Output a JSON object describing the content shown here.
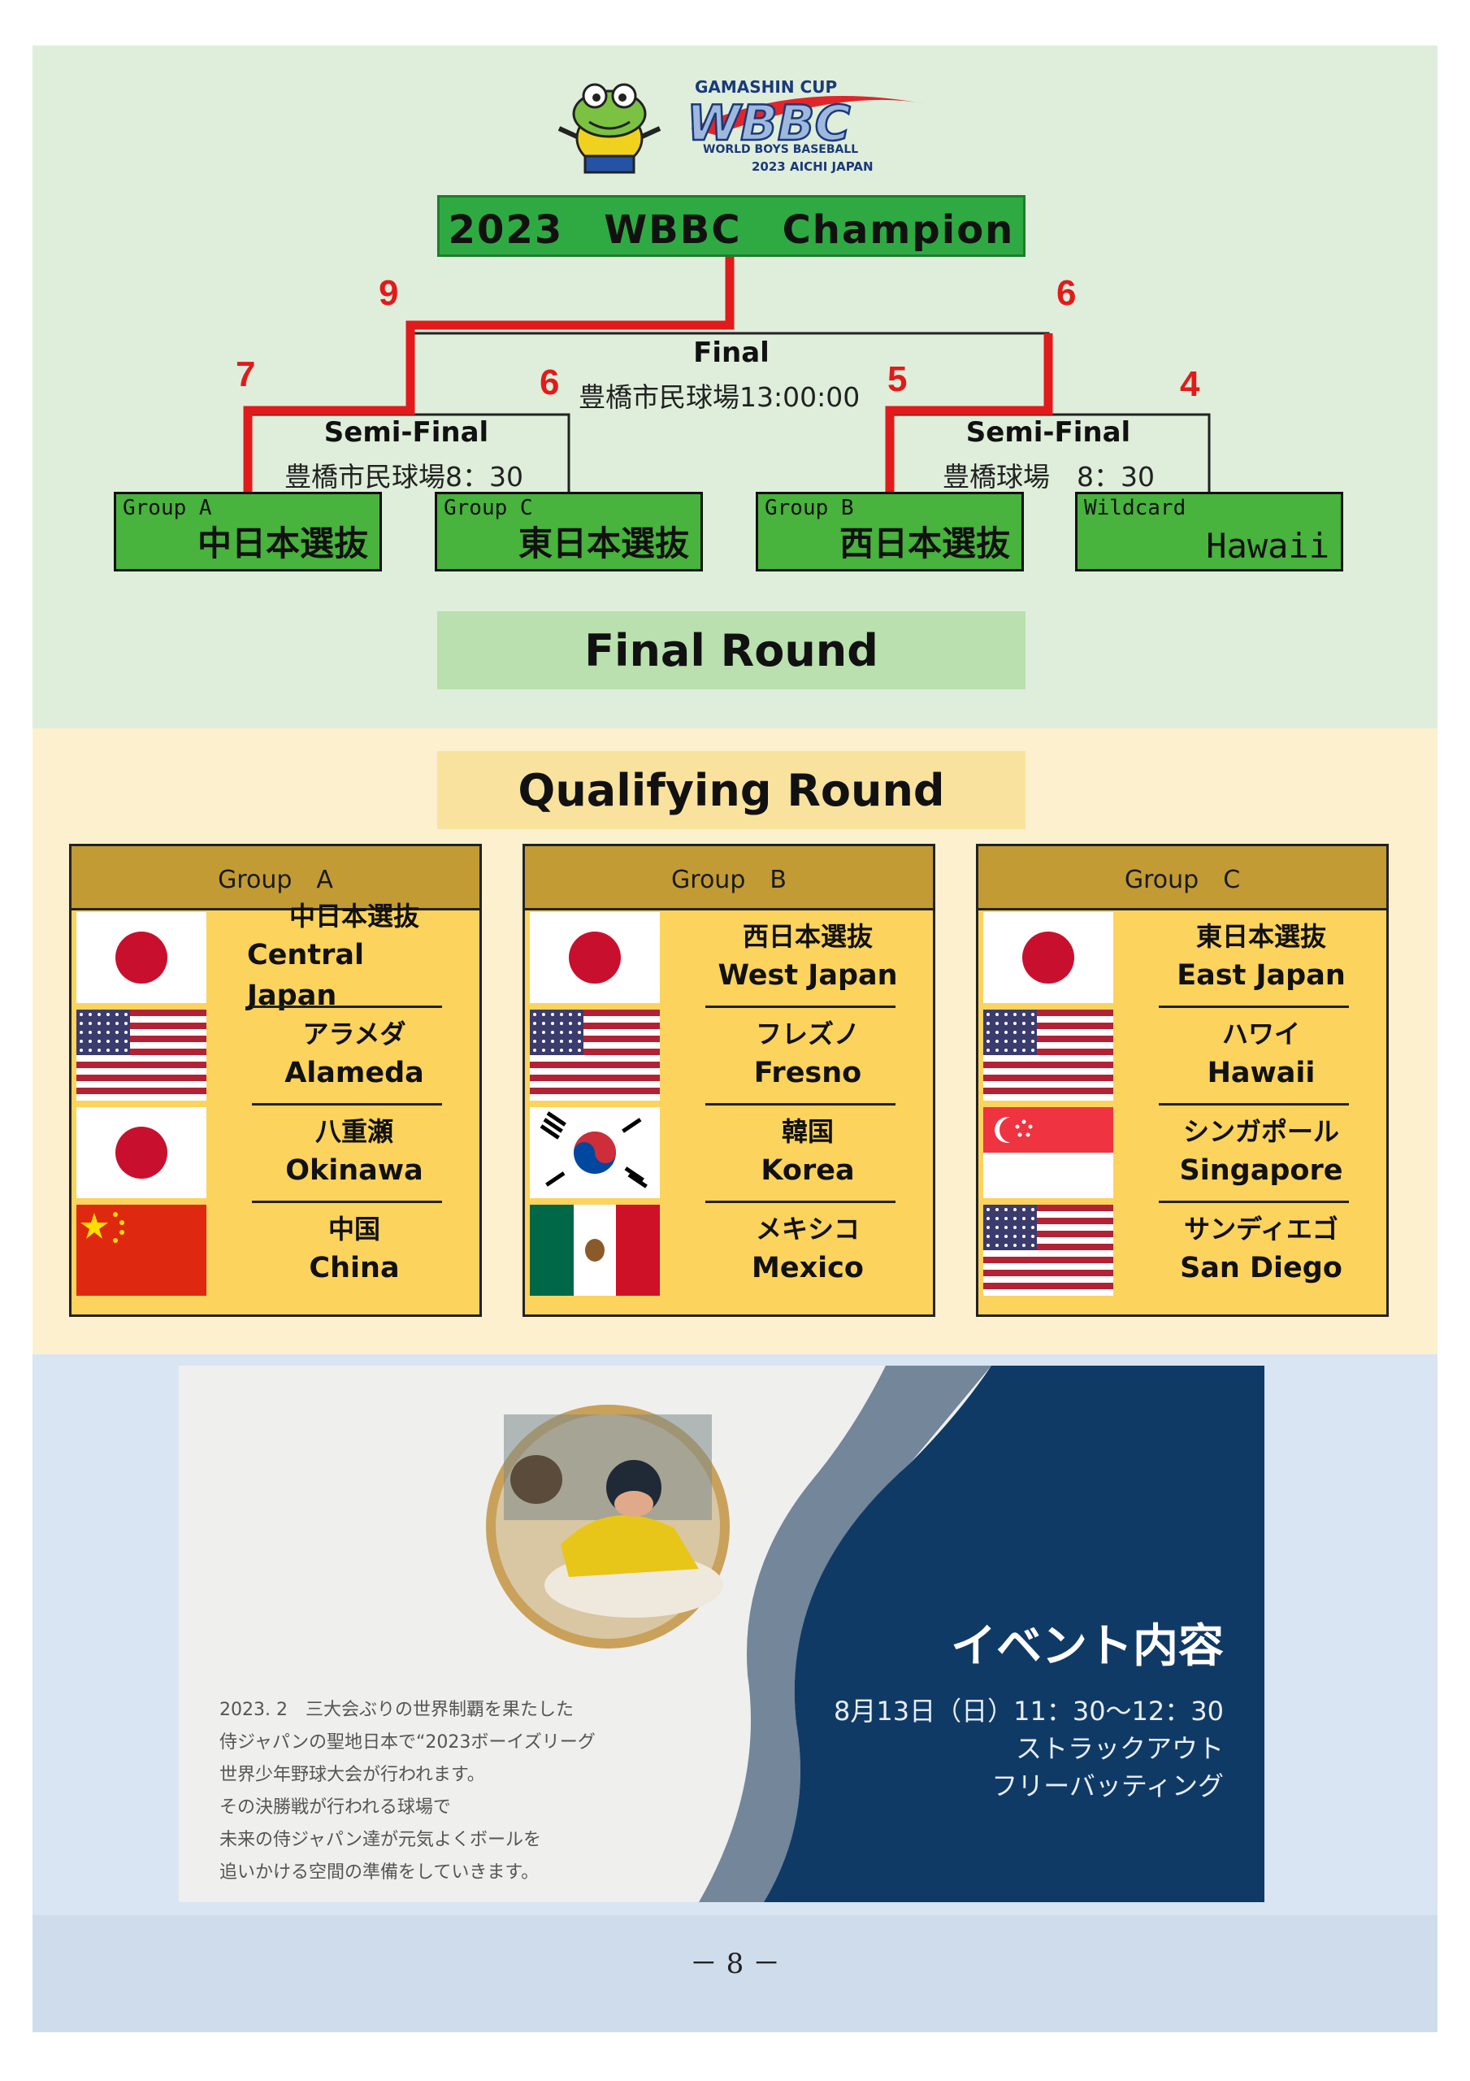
{
  "logo": {
    "top": "GAMASHIN CUP",
    "main": "WBBC",
    "sub1": "WORLD BOYS BASEBALL",
    "sub2": "2023 AICHI JAPAN"
  },
  "champion_label": "2023　WBBC　Champion",
  "bracket": {
    "final": {
      "label": "Final",
      "venue": "豊橋市民球場13:00:00",
      "score_left": "9",
      "score_right": "6"
    },
    "semi_left": {
      "label": "Semi-Final",
      "venue": "豊橋市民球場8：30",
      "score_left": "7",
      "score_right": "6"
    },
    "semi_right": {
      "label": "Semi-Final",
      "venue": "豊橋球場　8：30",
      "score_left": "5",
      "score_right": "4"
    },
    "teams": [
      {
        "group": "Group A",
        "name": "中日本選抜"
      },
      {
        "group": "Group C",
        "name": "東日本選抜"
      },
      {
        "group": "Group B",
        "name": "西日本選抜"
      },
      {
        "group": "Wildcard",
        "name": "Hawaii"
      }
    ]
  },
  "final_round_title": "Final Round",
  "qualifying_title": "Qualifying Round",
  "groups": [
    {
      "name": "Group　A",
      "teams": [
        {
          "jp": "中日本選抜",
          "en": "Central Japan",
          "flag": "japan"
        },
        {
          "jp": "アラメダ",
          "en": "Alameda",
          "flag": "usa"
        },
        {
          "jp": "八重瀬",
          "en": "Okinawa",
          "flag": "japan"
        },
        {
          "jp": "中国",
          "en": "China",
          "flag": "china"
        }
      ]
    },
    {
      "name": "Group　B",
      "teams": [
        {
          "jp": "西日本選抜",
          "en": "West Japan",
          "flag": "japan"
        },
        {
          "jp": "フレズノ",
          "en": "Fresno",
          "flag": "usa"
        },
        {
          "jp": "韓国",
          "en": "Korea",
          "flag": "korea"
        },
        {
          "jp": "メキシコ",
          "en": "Mexico",
          "flag": "mexico"
        }
      ]
    },
    {
      "name": "Group　C",
      "teams": [
        {
          "jp": "東日本選抜",
          "en": "East Japan",
          "flag": "japan"
        },
        {
          "jp": "ハワイ",
          "en": "Hawaii",
          "flag": "usa"
        },
        {
          "jp": "シンガポール",
          "en": "Singapore",
          "flag": "singapore"
        },
        {
          "jp": "サンディエゴ",
          "en": "San Diego",
          "flag": "usa"
        }
      ]
    }
  ],
  "event": {
    "description": [
      "2023. 2　三大会ぶりの世界制覇を果たした",
      "侍ジャパンの聖地日本で“2023ボーイズリーグ",
      "世界少年野球大会が行われます。",
      "その決勝戦が行われる球場で",
      "未来の侍ジャパン達が元気よくボールを",
      "追いかける空間の準備をしていきます。"
    ],
    "title": "イベント内容",
    "time": "8月13日（日）11：30～12：30",
    "activities": [
      "ストラックアウト",
      "フリーバッティング"
    ]
  },
  "page_number": "－ 8 －"
}
